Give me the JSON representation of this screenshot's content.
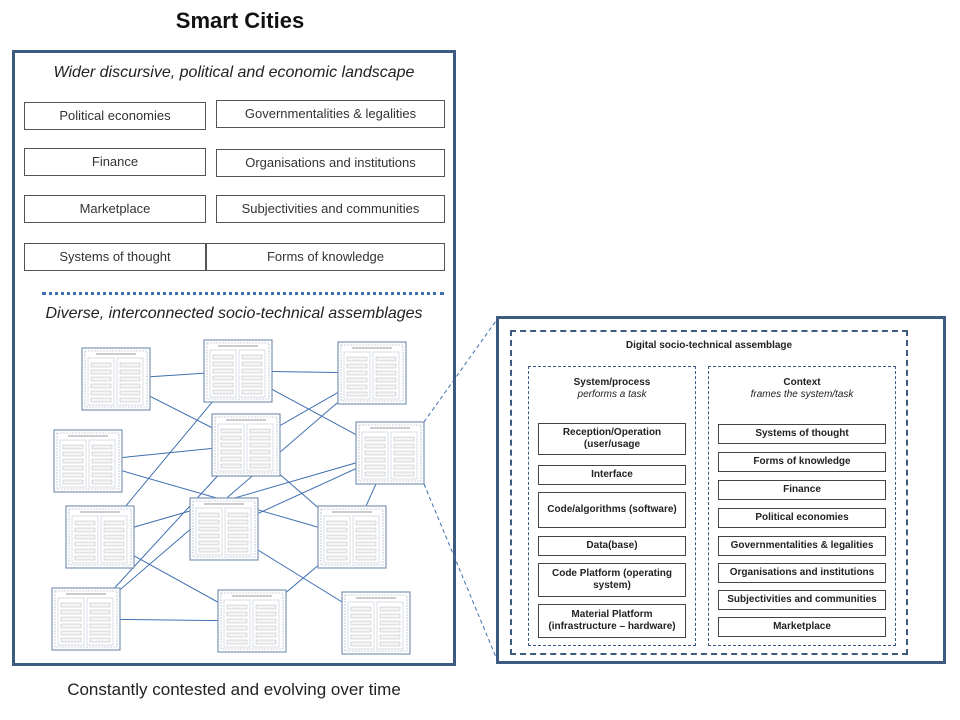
{
  "title": "Smart Cities",
  "landscape": {
    "heading": "Wider discursive, political and economic landscape",
    "left": [
      "Political economies",
      "Finance",
      "Marketplace",
      "Systems of thought"
    ],
    "right": [
      "Governmentalities & legalities",
      "Organisations and institutions",
      "Subjectivities and communities",
      "Forms of knowledge"
    ]
  },
  "assemblages": {
    "heading": "Diverse, interconnected socio-technical assemblages"
  },
  "footer": "Constantly contested and evolving over time",
  "assemblage": {
    "title": "Digital socio-technical assemblage",
    "system": {
      "title": "System/process",
      "subtitle": "performs a task",
      "items": [
        "Reception/Operation (user/usage",
        "Interface",
        "Code/algorithms (software)",
        "Data(base)",
        "Code Platform (operating system)",
        "Material Platform (infrastructure – hardware)"
      ]
    },
    "context": {
      "title": "Context",
      "subtitle": "frames the system/task",
      "items": [
        "Systems of thought",
        "Forms of knowledge",
        "Finance",
        "Political economies",
        "Governmentalities & legalities",
        "Organisations and institutions",
        "Subjectivities and communities",
        "Marketplace"
      ]
    }
  },
  "colors": {
    "frame": "#3d5a80",
    "connector": "#3f6fb0"
  }
}
